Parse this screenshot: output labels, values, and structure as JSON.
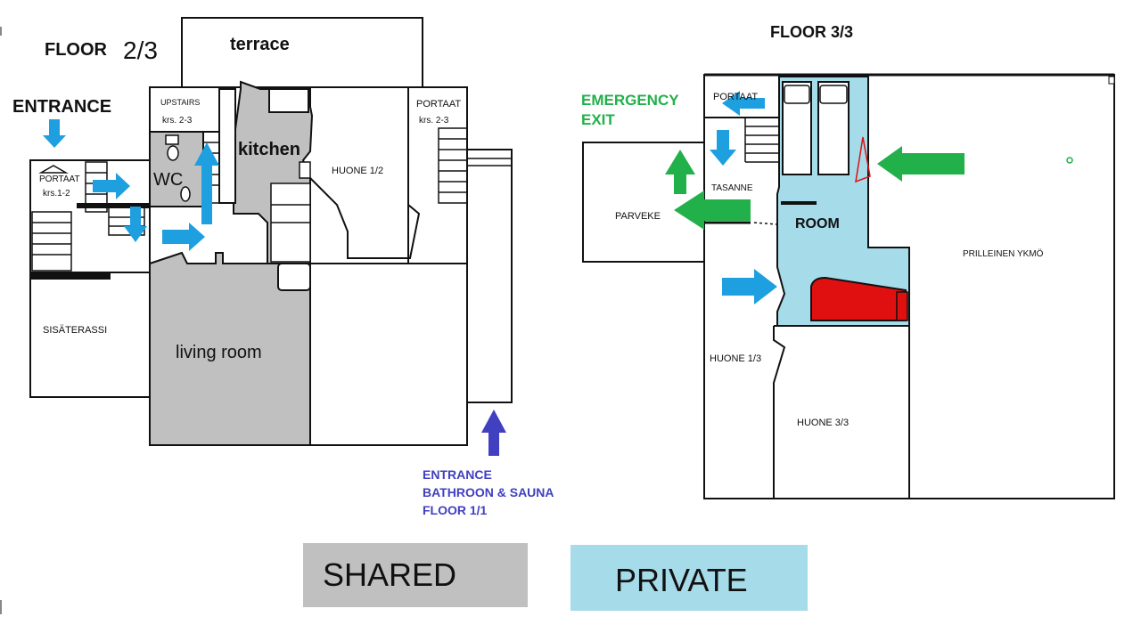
{
  "floor_2": {
    "title_prefix": "FLOOR",
    "title_number": "2/3",
    "terrace": "terrace",
    "entrance": "ENTRANCE",
    "upstairs": "UPSTAIRS",
    "upstairs_sub": "krs. 2-3",
    "portaat_left": "PORTAAT",
    "portaat_left_sub": "krs.1-2",
    "portaat_right": "PORTAAT",
    "portaat_right_sub": "krs. 2-3",
    "wc": "WC",
    "kitchen": "kitchen",
    "huone_12": "HUONE 1/2",
    "sisaterassi": "SISÄTERASSI",
    "living_room": "living room",
    "entrance_bottom_1": "ENTRANCE",
    "entrance_bottom_2": "BATHROON & SAUNA",
    "entrance_bottom_3": "FLOOR 1/1"
  },
  "floor_3": {
    "title": "FLOOR 3/3",
    "emergency_1": "EMERGENCY",
    "emergency_2": "EXIT",
    "portaat": "PORTAAT",
    "tasanne": "TASANNE",
    "parveke": "PARVEKE",
    "room": "ROOM",
    "huone_13": "HUONE 1/3",
    "huone_33": "HUONE 3/3",
    "right_room": "PRILLEINEN YKMÖ"
  },
  "legend": {
    "shared": "SHARED",
    "private": "PRIVATE"
  },
  "colors": {
    "shared": "#c0c0c0",
    "private": "#a6dbea",
    "arrow_blue": "#1e9fe0",
    "arrow_green": "#22b04a",
    "arrow_indigo": "#4040c0",
    "bed_red": "#e01010"
  }
}
